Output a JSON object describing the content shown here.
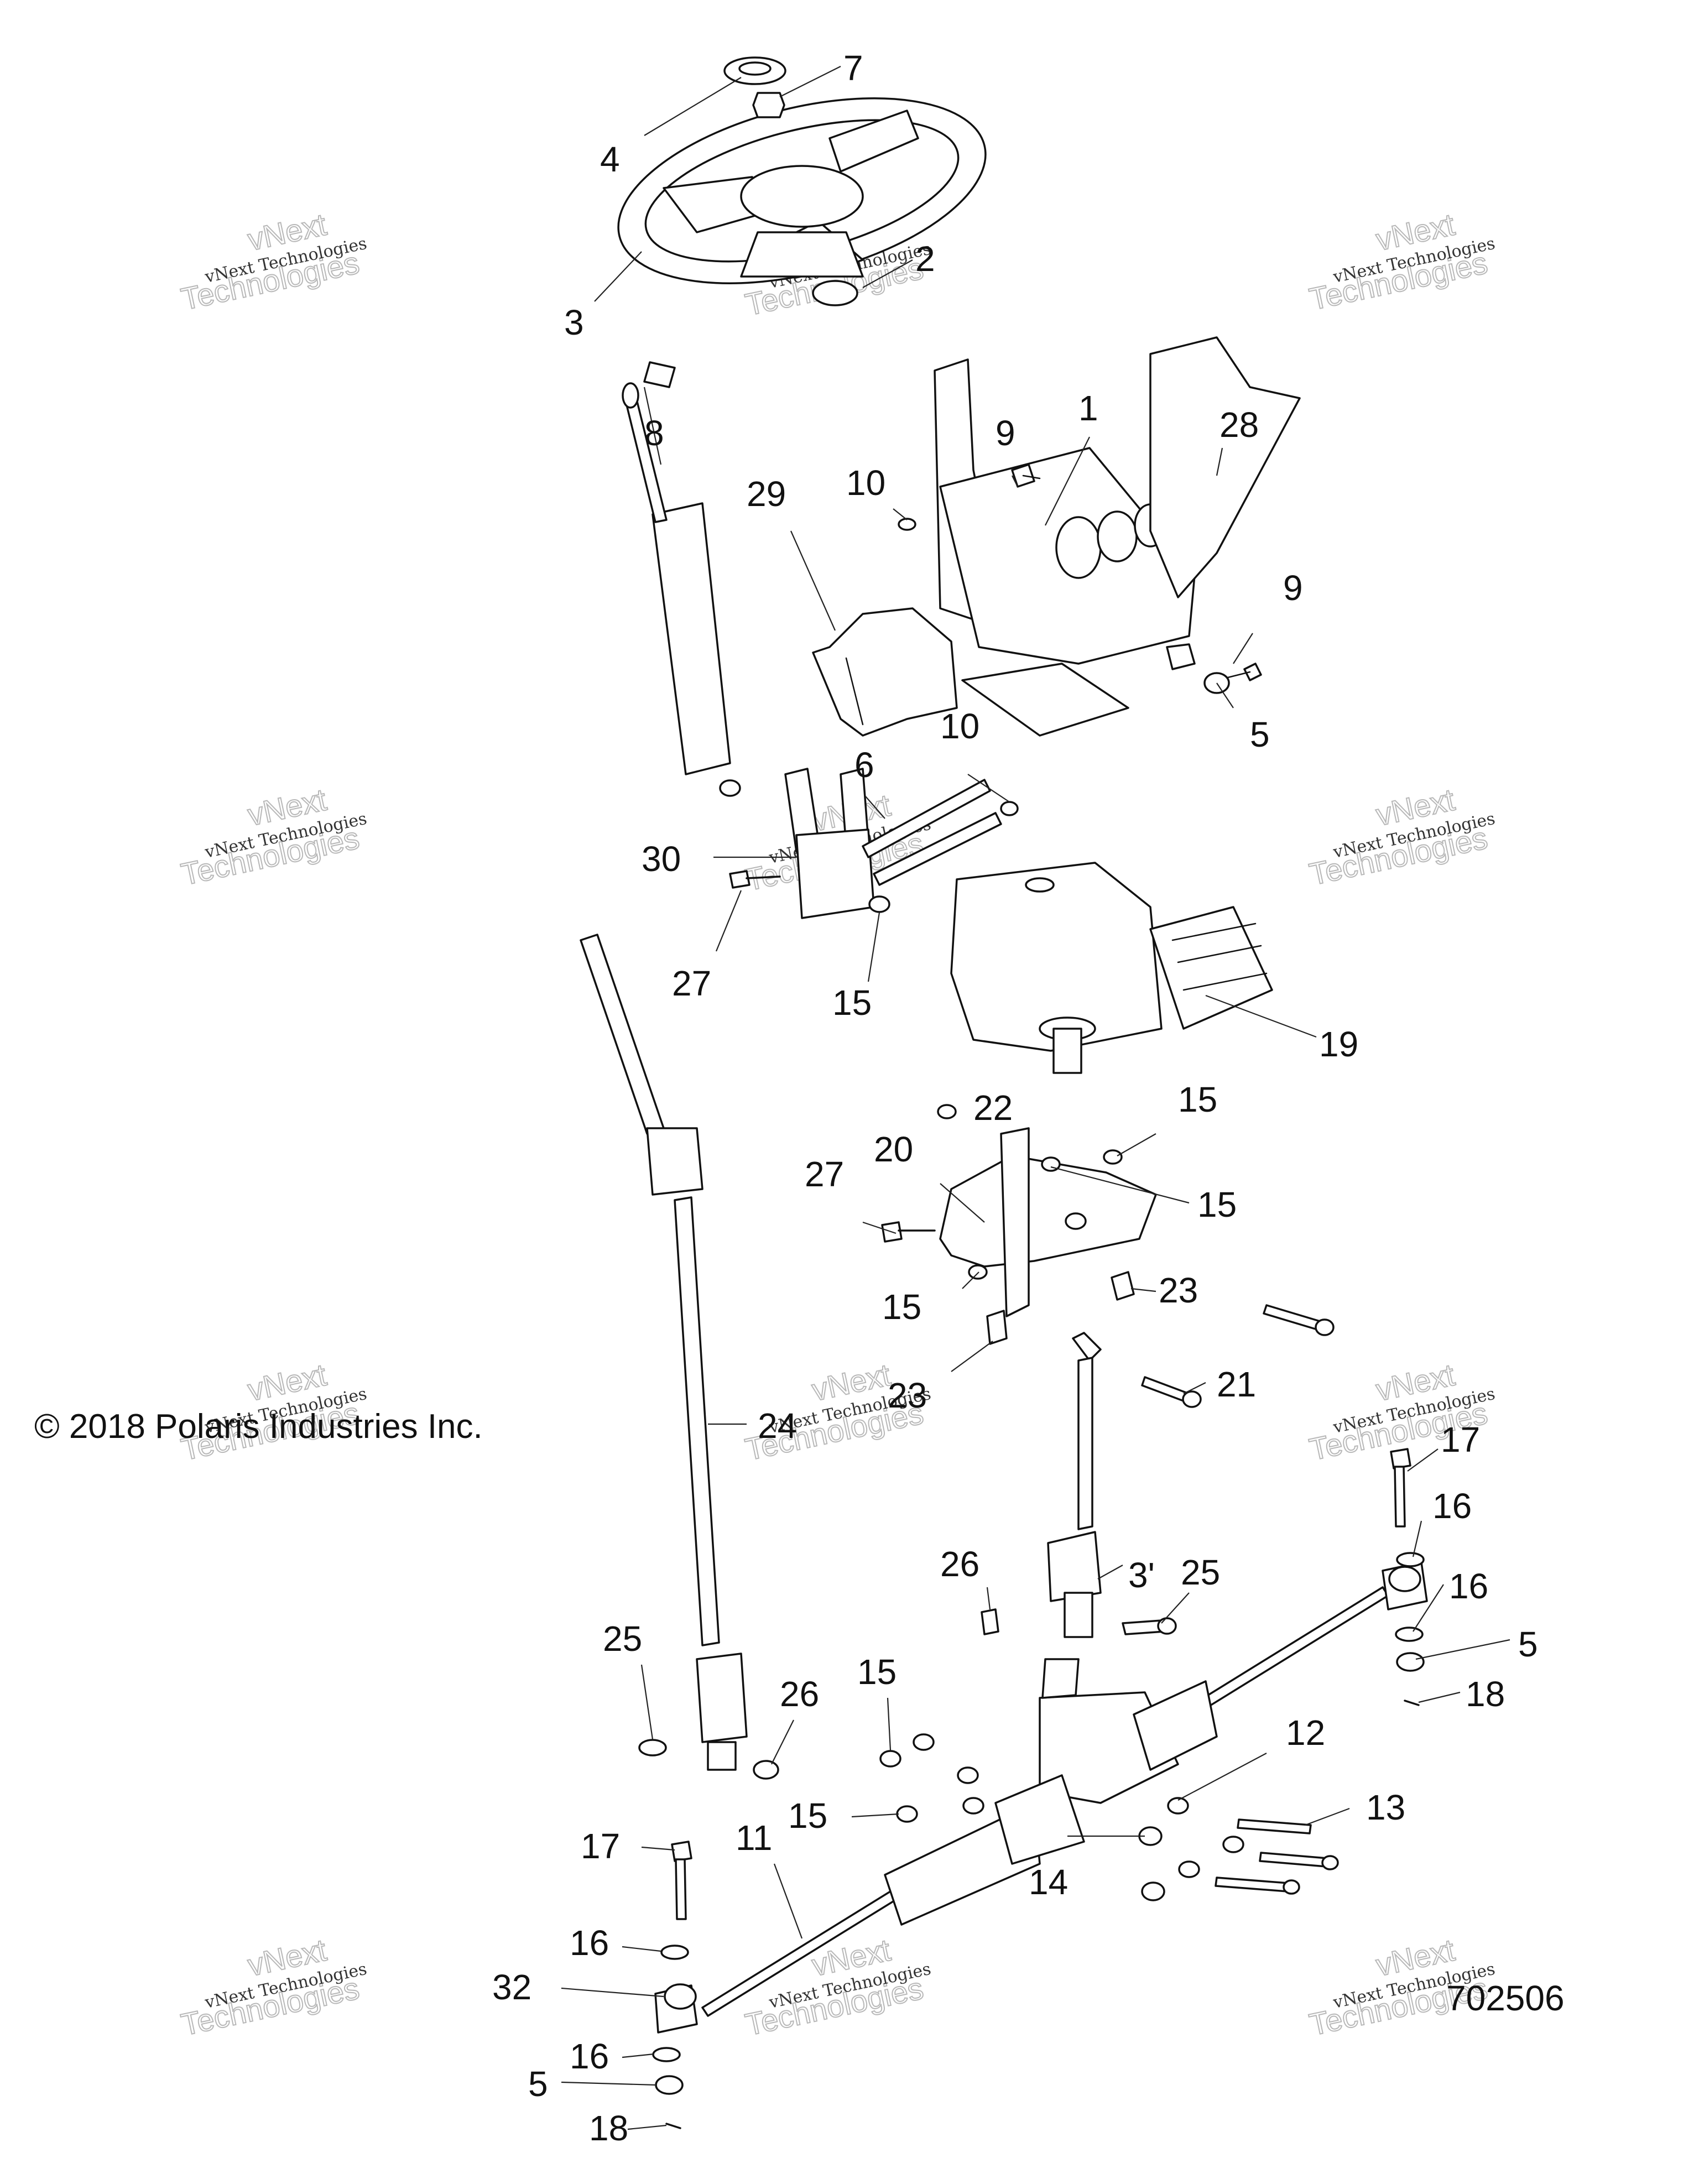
{
  "copyright": "© 2018 Polaris Industries Inc.",
  "document_number": "702506",
  "watermark": {
    "line1": "vNext Technologies",
    "line2": "vNext",
    "line3": "Technologies"
  },
  "callouts": [
    {
      "id": "c7",
      "label": "7"
    },
    {
      "id": "c4",
      "label": "4"
    },
    {
      "id": "c3",
      "label": "3"
    },
    {
      "id": "c2",
      "label": "2"
    },
    {
      "id": "c8",
      "label": "8"
    },
    {
      "id": "c29",
      "label": "29"
    },
    {
      "id": "c10a",
      "label": "10"
    },
    {
      "id": "c9a",
      "label": "9"
    },
    {
      "id": "c1",
      "label": "1"
    },
    {
      "id": "c28",
      "label": "28"
    },
    {
      "id": "c9b",
      "label": "9"
    },
    {
      "id": "c5a",
      "label": "5"
    },
    {
      "id": "c10b",
      "label": "10"
    },
    {
      "id": "c6",
      "label": "6"
    },
    {
      "id": "c30",
      "label": "30"
    },
    {
      "id": "c27a",
      "label": "27"
    },
    {
      "id": "c15a",
      "label": "15"
    },
    {
      "id": "c19",
      "label": "19"
    },
    {
      "id": "c22",
      "label": "22"
    },
    {
      "id": "c15b",
      "label": "15"
    },
    {
      "id": "c20",
      "label": "20"
    },
    {
      "id": "c27b",
      "label": "27"
    },
    {
      "id": "c15c",
      "label": "15"
    },
    {
      "id": "c15d",
      "label": "15"
    },
    {
      "id": "c23a",
      "label": "23"
    },
    {
      "id": "c23b",
      "label": "23"
    },
    {
      "id": "c21",
      "label": "21"
    },
    {
      "id": "c24",
      "label": "24"
    },
    {
      "id": "c17a",
      "label": "17"
    },
    {
      "id": "c16a",
      "label": "16"
    },
    {
      "id": "c26a",
      "label": "26"
    },
    {
      "id": "c31",
      "label": "3'"
    },
    {
      "id": "c25a",
      "label": "25"
    },
    {
      "id": "c16b",
      "label": "16"
    },
    {
      "id": "c5b",
      "label": "5"
    },
    {
      "id": "c18a",
      "label": "18"
    },
    {
      "id": "c25b",
      "label": "25"
    },
    {
      "id": "c26b",
      "label": "26"
    },
    {
      "id": "c15e",
      "label": "15"
    },
    {
      "id": "c12",
      "label": "12"
    },
    {
      "id": "c13",
      "label": "13"
    },
    {
      "id": "c15f",
      "label": "15"
    },
    {
      "id": "c17b",
      "label": "17"
    },
    {
      "id": "c11",
      "label": "11"
    },
    {
      "id": "c14",
      "label": "14"
    },
    {
      "id": "c16c",
      "label": "16"
    },
    {
      "id": "c32",
      "label": "32"
    },
    {
      "id": "c16d",
      "label": "16"
    },
    {
      "id": "c5c",
      "label": "5"
    },
    {
      "id": "c18b",
      "label": "18"
    }
  ]
}
